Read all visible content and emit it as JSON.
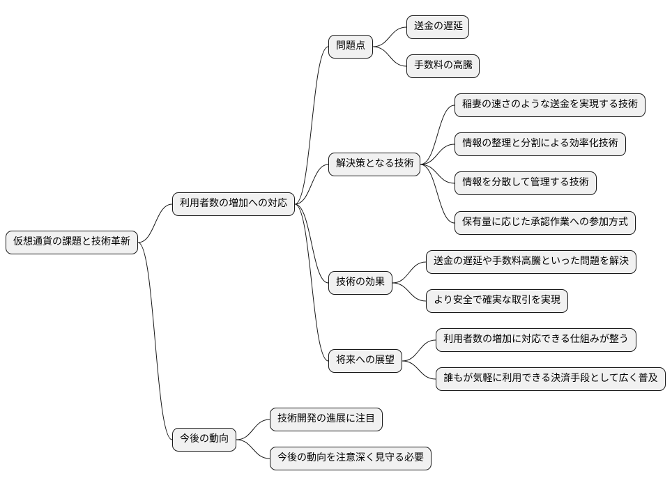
{
  "root": {
    "label": "仮想通貨の課題と技術革新",
    "children": [
      {
        "label": "利用者数の増加への対応",
        "children": [
          {
            "label": "問題点",
            "children": [
              {
                "label": "送金の遅延"
              },
              {
                "label": "手数料の高騰"
              }
            ]
          },
          {
            "label": "解決策となる技術",
            "children": [
              {
                "label": "稲妻の速さのような送金を実現する技術"
              },
              {
                "label": "情報の整理と分割による効率化技術"
              },
              {
                "label": "情報を分散して管理する技術"
              },
              {
                "label": "保有量に応じた承認作業への参加方式"
              }
            ]
          },
          {
            "label": "技術の効果",
            "children": [
              {
                "label": "送金の遅延や手数料高騰といった問題を解決"
              },
              {
                "label": "より安全で確実な取引を実現"
              }
            ]
          },
          {
            "label": "将来への展望",
            "children": [
              {
                "label": "利用者数の増加に対応できる仕組みが整う"
              },
              {
                "label": "誰もが気軽に利用できる決済手段として広く普及"
              }
            ]
          }
        ]
      },
      {
        "label": "今後の動向",
        "children": [
          {
            "label": "技術開発の進展に注目"
          },
          {
            "label": "今後の動向を注意深く見守る必要"
          }
        ]
      }
    ]
  }
}
